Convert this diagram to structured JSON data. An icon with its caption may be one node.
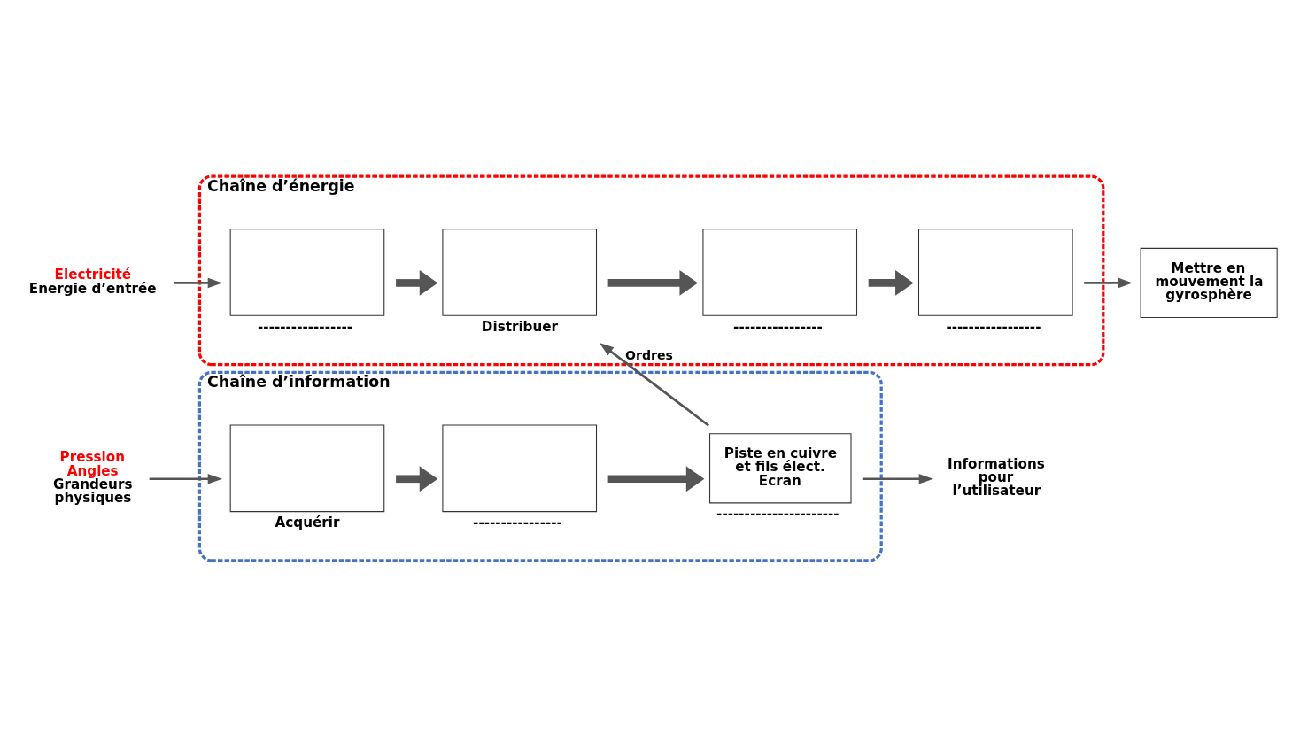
{
  "diagram": {
    "nodes": [
      {
        "text": [
          "Chaîne d’information"
        ]
      },
      {
        "text": [],
        "shape": "box",
        "in": 0,
        "beside": [
          "Acquérir"
        ]
      },
      {
        "text": [],
        "shape": "box",
        "in": 0,
        "beside": [
          "----------------"
        ]
      },
      {
        "text": [
          "Piste en cuivre et fils élect. Ecran"
        ],
        "in": 0,
        "beside": [
          "----------------------"
        ]
      },
      {
        "text": [
          "Informations pour l’utilisateur"
        ]
      },
      {
        "text": [
          "Pression",
          "Angles",
          "Grandeurs physiques"
        ]
      },
      {
        "text": [
          "Chaîne d’énergie"
        ]
      },
      {
        "text": [],
        "shape": "box",
        "in": 6,
        "beside": [
          "-----------------"
        ]
      },
      {
        "text": [],
        "shape": "box",
        "in": 6,
        "beside": [
          "Distribuer"
        ]
      },
      {
        "text": [],
        "shape": "box",
        "in": 6,
        "beside": [
          "----------------"
        ]
      },
      {
        "text": [],
        "shape": "box",
        "in": 6,
        "beside": [
          "-----------------"
        ]
      },
      {
        "text": [
          "Mettre en mouvement la gyrosphère"
        ]
      },
      {
        "text": [
          "Electricité",
          "Energie d’entrée"
        ]
      }
    ],
    "edges": [
      {
        "from": 5,
        "to": 1,
        "arrow": "to"
      },
      {
        "from": 1,
        "to": 2,
        "arrow": "to",
        "style": "thick"
      },
      {
        "from": 2,
        "to": 3,
        "arrow": "to",
        "style": "thick"
      },
      {
        "from": 3,
        "to": 4,
        "arrow": "to"
      },
      {
        "from": 3,
        "to": 8,
        "arrow": "to",
        "label": "Ordres"
      },
      {
        "from": 12,
        "to": 7,
        "arrow": "to"
      },
      {
        "from": 7,
        "to": 8,
        "arrow": "to",
        "style": "thick"
      },
      {
        "from": 8,
        "to": 9,
        "arrow": "to",
        "style": "thick"
      },
      {
        "from": 9,
        "to": 10,
        "arrow": "to",
        "style": "thick"
      },
      {
        "from": 10,
        "to": 11,
        "arrow": "to"
      }
    ]
  }
}
